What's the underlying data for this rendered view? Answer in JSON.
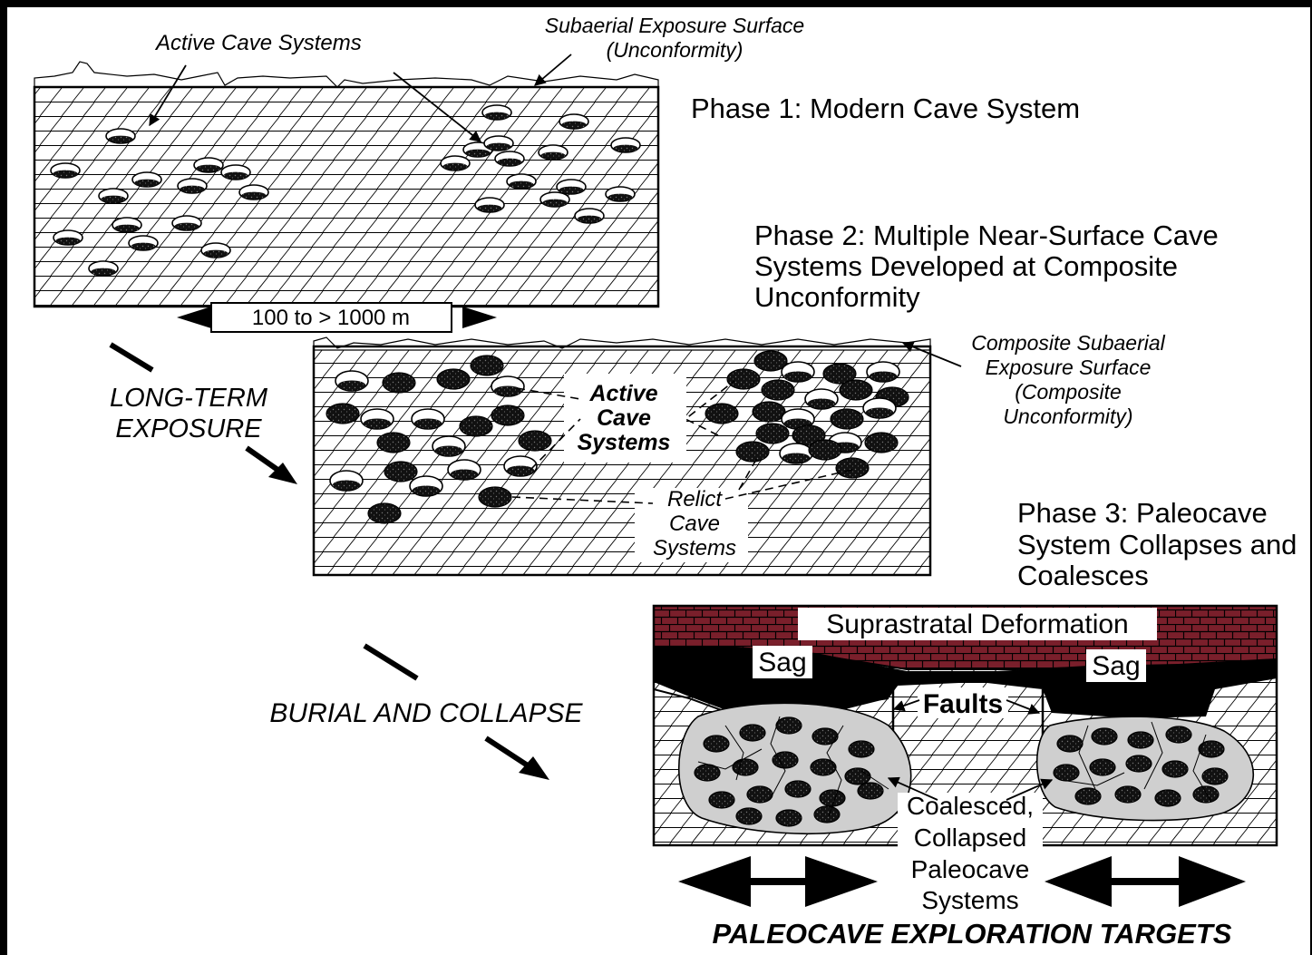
{
  "labels": {
    "active_cave_systems_top": "Active Cave Systems",
    "subaerial_line1": "Subaerial Exposure Surface",
    "subaerial_line2": "(Unconformity)",
    "phase1": "Phase 1: Modern Cave System",
    "scale": "100 to > 1000 m",
    "phase2_line1": "Phase 2: Multiple Near-Surface Cave",
    "phase2_line2": "Systems Developed at Composite",
    "phase2_line3": "Unconformity",
    "composite_line1": "Composite Subaerial",
    "composite_line2": "Exposure Surface",
    "composite_line3": "(Composite",
    "composite_line4": "Unconformity)",
    "long_term_line1": "LONG-TERM",
    "long_term_line2": "EXPOSURE",
    "active_mid_line1": "Active",
    "active_mid_line2": "Cave",
    "active_mid_line3": "Systems",
    "relict_line1": "Relict",
    "relict_line2": "Cave",
    "relict_line3": "Systems",
    "phase3_line1": "Phase 3: Paleocave",
    "phase3_line2": "System Collapses and",
    "phase3_line3": "Coalesces",
    "suprastratal": "Suprastratal Deformation",
    "sag_left": "Sag",
    "sag_right": "Sag",
    "faults": "Faults",
    "burial": "BURIAL AND COLLAPSE",
    "coalesced_line1": "Coalesced,",
    "coalesced_line2": "Collapsed",
    "coalesced_line3": "Paleocave",
    "coalesced_line4": "Systems",
    "targets": "PALEOCAVE EXPLORATION TARGETS"
  },
  "colors": {
    "brick": "#7a1f2b",
    "breccia_fill": "#cfcfcf",
    "ink": "#000000"
  }
}
